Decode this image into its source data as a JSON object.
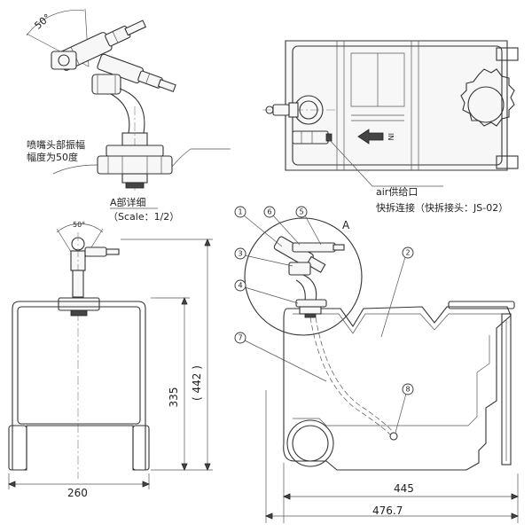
{
  "detail_a": {
    "angle_label": "50°",
    "note_line1": "喷嘴头部振幅",
    "note_line2": "幅度为50度",
    "title": "A部详细",
    "scale": "（Scale：1/2）"
  },
  "top_view": {
    "inlet_label": "IN",
    "air_label": "air供给口",
    "coupler_label": "快拆连接（快拆接头：JS-02）"
  },
  "front_view": {
    "angle_label": "50°",
    "height_label": "335",
    "overall_height_label": "( 442 )",
    "width_label": "260"
  },
  "side_view": {
    "section_label": "A",
    "callouts": [
      "1",
      "6",
      "5",
      "3",
      "4",
      "2",
      "7",
      "8"
    ],
    "length_label": "445",
    "overall_length_label": "476.7"
  }
}
